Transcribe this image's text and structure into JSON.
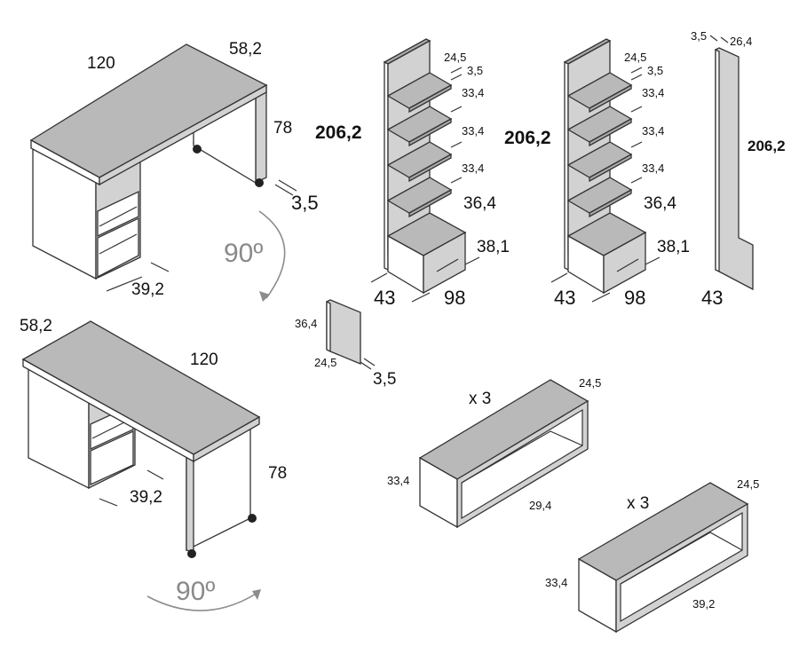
{
  "desk_top": {
    "width": "120",
    "depth": "58,2",
    "height": "78",
    "thickness": "3,5",
    "drawer_width": "39,2",
    "rotation": "90º"
  },
  "desk_bottom": {
    "depth": "58,2",
    "width": "120",
    "height": "78",
    "drawer_width": "39,2",
    "rotation": "90º"
  },
  "bookcase_left": {
    "height": "206,2",
    "shelf_depth": "24,5",
    "shelf_thickness": "3,5",
    "gap1": "33,4",
    "gap2": "33,4",
    "gap3": "33,4",
    "gap4": "36,4",
    "drawer_height": "38,1",
    "base_depth": "43",
    "base_width": "98"
  },
  "bookcase_right": {
    "height": "206,2",
    "shelf_depth": "24,5",
    "shelf_thickness": "3,5",
    "gap1": "33,4",
    "gap2": "33,4",
    "gap3": "33,4",
    "gap4": "36,4",
    "drawer_height": "38,1",
    "base_depth": "43",
    "base_width": "98"
  },
  "side_panel": {
    "thickness": "3,5",
    "depth": "26,4",
    "height": "206,2",
    "base_depth": "43"
  },
  "small_panel": {
    "height": "36,4",
    "depth": "24,5",
    "thickness": "3,5"
  },
  "shelf_box_upper": {
    "quantity": "x 3",
    "depth": "24,5",
    "height": "33,4",
    "width": "29,4"
  },
  "shelf_box_lower": {
    "quantity": "x 3",
    "depth": "24,5",
    "height": "33,4",
    "width": "39,2"
  }
}
